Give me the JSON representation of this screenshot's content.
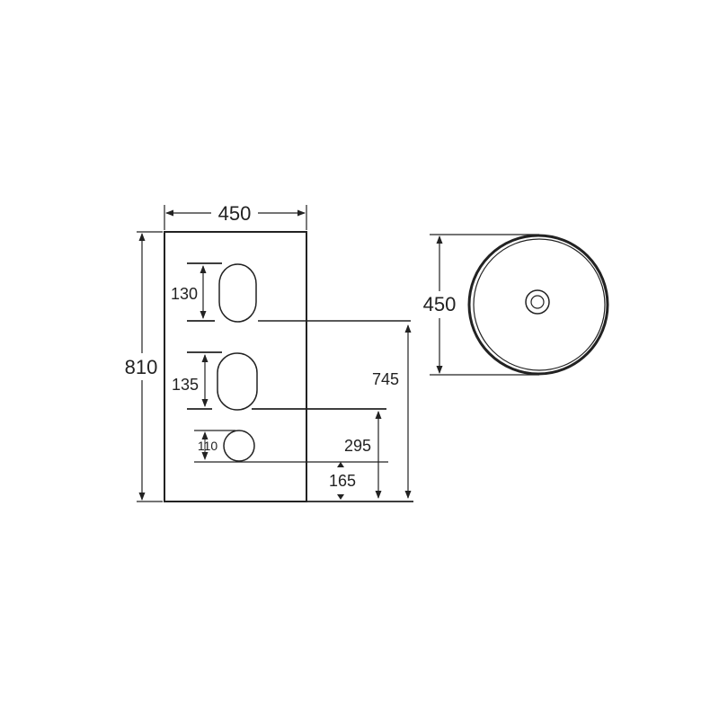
{
  "front_view": {
    "width_label": "450",
    "height_label": "810",
    "hole1_label": "130",
    "hole2_label": "135",
    "hole3_label": "110",
    "dim_745": "745",
    "dim_295": "295",
    "dim_165": "165"
  },
  "top_view": {
    "diameter_label": "450"
  },
  "colors": {
    "line": "#222222",
    "background": "#ffffff"
  }
}
